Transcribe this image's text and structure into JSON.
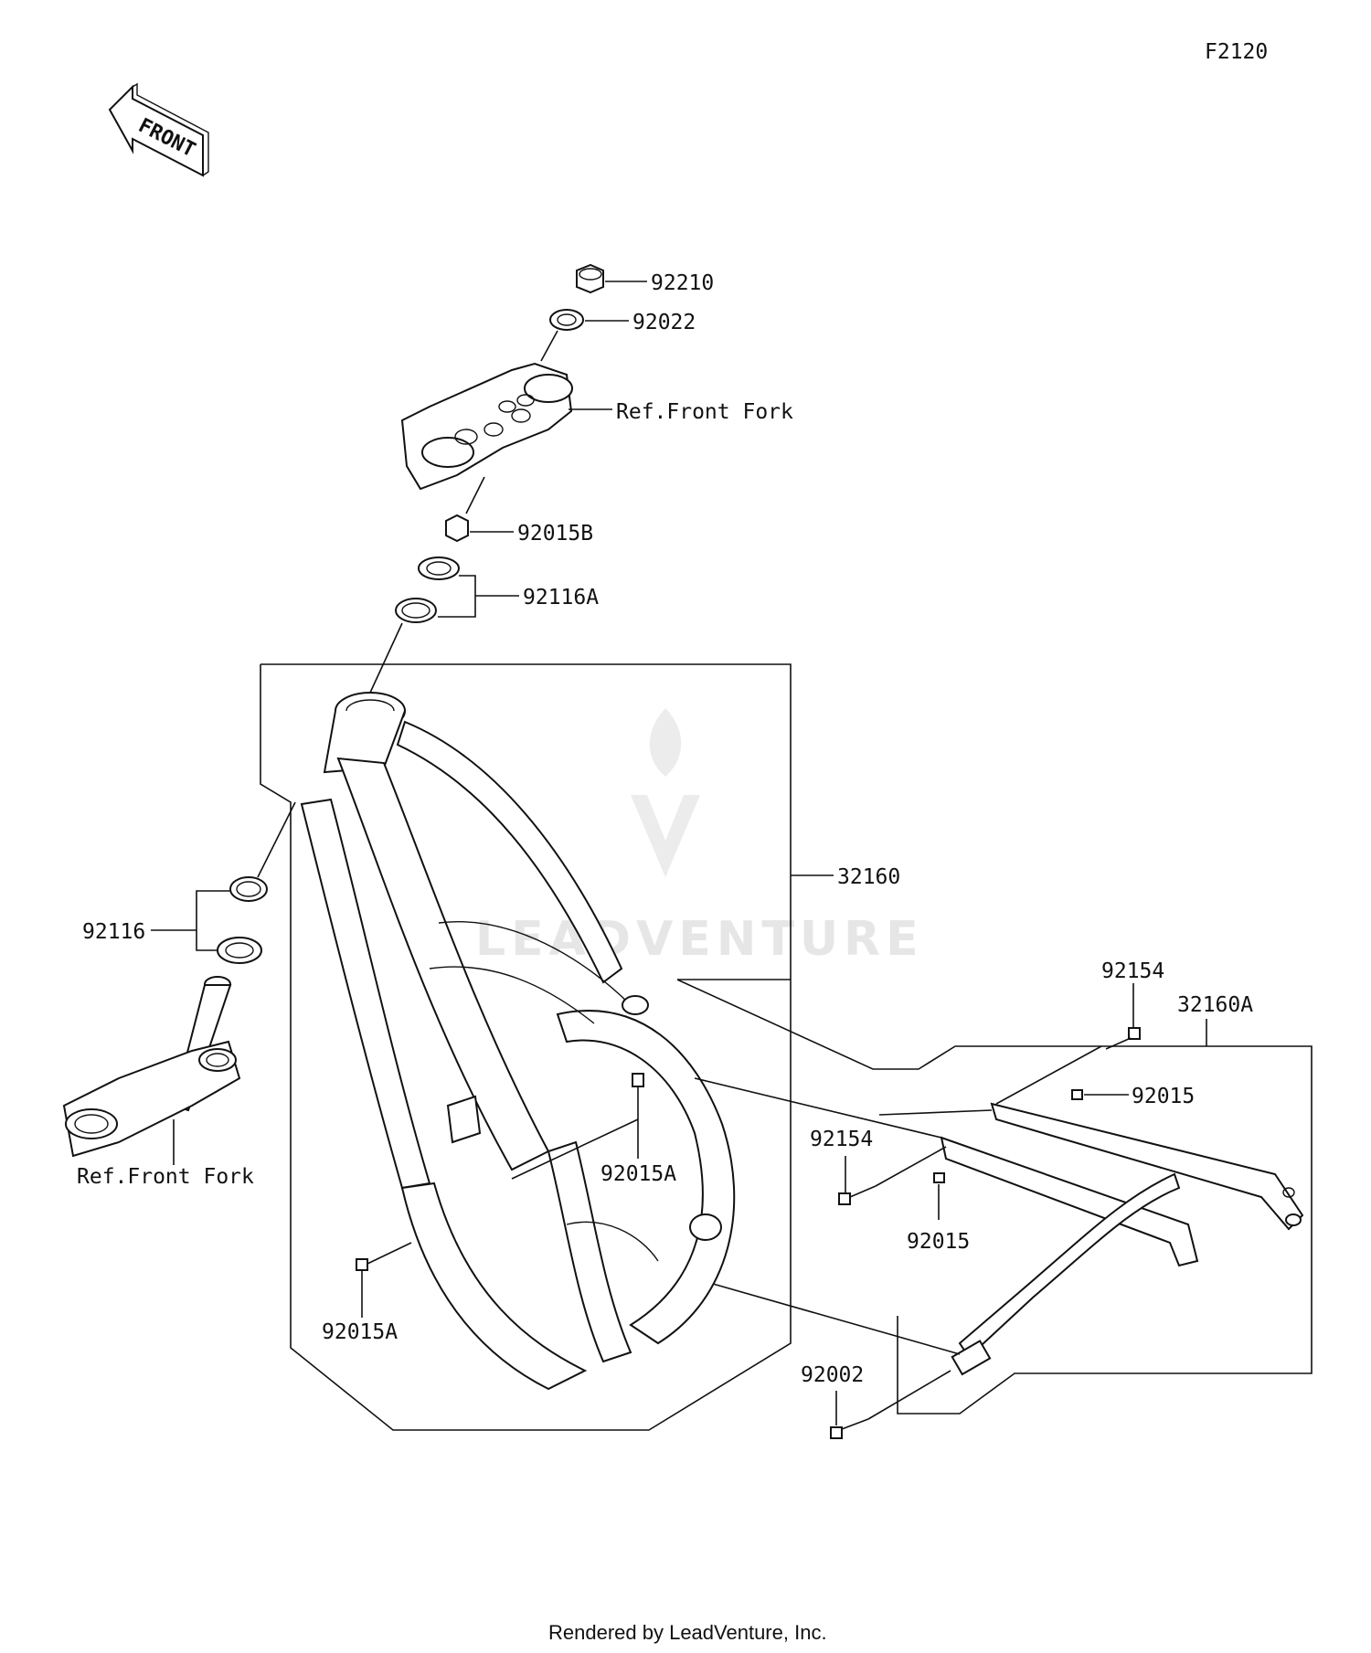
{
  "page_code": "F2120",
  "front_arrow": {
    "label": "FRONT",
    "icon": "front-arrow-icon"
  },
  "callouts": {
    "nut_top": "92210",
    "washer": "92022",
    "ref_front_fork_upper": "Ref.Front Fork",
    "nut_92015B": "92015B",
    "bearing_upper": "92116A",
    "frame": "32160",
    "bearing_lower": "92116",
    "ref_front_fork_lower": "Ref.Front Fork",
    "bolt_92015A_center": "92015A",
    "bolt_92015A_lower": "92015A",
    "subframe_bolt_top": "92154",
    "subframe": "32160A",
    "subframe_bolt_92015_right": "92015",
    "subframe_bolt_left": "92154",
    "subframe_bolt_92015_below": "92015",
    "subframe_bolt_bottom": "92002"
  },
  "watermark": "LEADVENTURE",
  "footer": "Rendered by LeadVenture, Inc."
}
